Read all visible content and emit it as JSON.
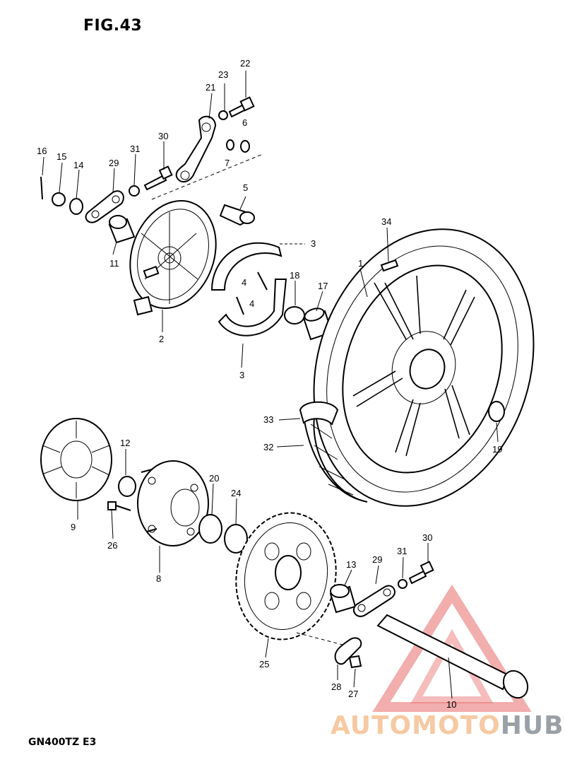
{
  "figure": {
    "title": "FIG.43",
    "model_code": "GN400TZ E3"
  },
  "watermark": {
    "part1": "AUTOMOTO",
    "part2": "HUB",
    "colors": {
      "part1": "#f6c9a2",
      "part2": "#9aa0a6",
      "triangle": "#e86a6a"
    }
  },
  "callouts": [
    "22",
    "23",
    "21",
    "6",
    "30",
    "7",
    "16",
    "15",
    "14",
    "29",
    "31",
    "5",
    "3",
    "34",
    "11",
    "1",
    "18",
    "17",
    "4",
    "4",
    "2",
    "3",
    "33",
    "32",
    "19",
    "12",
    "20",
    "24",
    "9",
    "26",
    "8",
    "13",
    "29",
    "31",
    "30",
    "25",
    "28",
    "27",
    "10"
  ]
}
